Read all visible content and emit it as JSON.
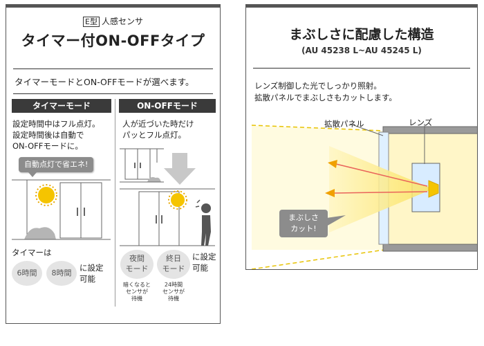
{
  "left": {
    "badge": "E型",
    "subtitle": "人感センサ",
    "title": "タイマー付ON-OFFタイプ",
    "tagline": "タイマーモードとON-OFFモードが選べます。",
    "timer": {
      "header": "タイマーモード",
      "lines": [
        "設定時間中はフル点灯。",
        "設定時間後は自動で",
        "ON-OFFモードに。"
      ],
      "bubble": "自動点灯で省エネ!",
      "caption": "タイマーは",
      "options": [
        "6時間",
        "8時間"
      ],
      "suffix_lines": [
        "に設定",
        "可能"
      ]
    },
    "onoff": {
      "header": "ON-OFFモード",
      "lines": [
        "人が近づいた時だけ",
        "パッとフル点灯。"
      ],
      "modes": [
        {
          "lines": [
            "夜間",
            "モード"
          ],
          "note": [
            "暗くなると",
            "センサが",
            "待機"
          ]
        },
        {
          "lines": [
            "終日",
            "モード"
          ],
          "note": [
            "24時間",
            "センサが",
            "待機"
          ]
        }
      ],
      "suffix_lines": [
        "に設定",
        "可能"
      ]
    }
  },
  "right": {
    "title": "まぶしさに配慮した構造",
    "subtitle": "(AU 45238 L~AU 45245 L)",
    "desc_lines": [
      "レンズ制御した光でしっかり照射。",
      "拡散パネルでまぶしさもカットします。"
    ],
    "label_panel": "拡散パネル",
    "label_lens": "レンズ",
    "bubble_lines": [
      "まぶしさ",
      "カット!"
    ]
  },
  "colors": {
    "dark": "#3a3a3a",
    "pill": "#e4e4e4",
    "bubble": "#8c8c8c",
    "light_yellow": "#fdeb6a",
    "arrow_orange": "#f0a000",
    "sun": "#f5c400"
  }
}
